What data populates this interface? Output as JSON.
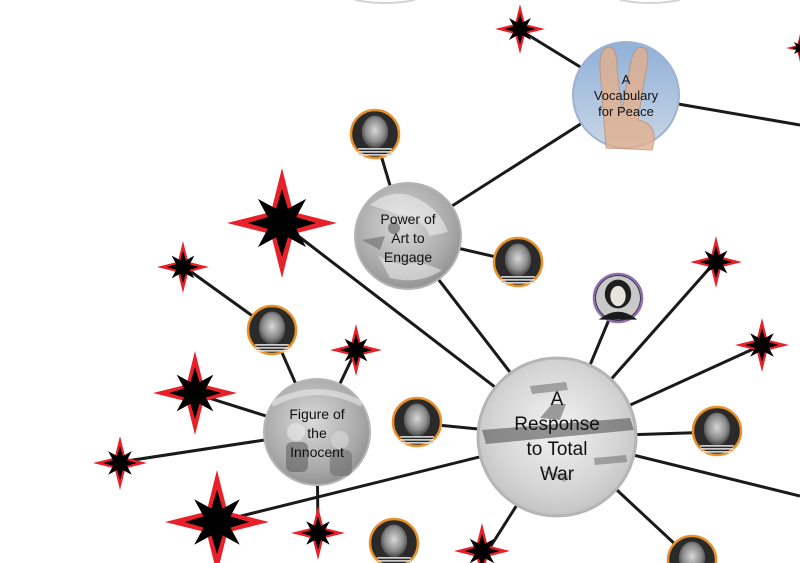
{
  "colors": {
    "background": "#ffffff",
    "edge": "#1a1a1a",
    "star_outer": "#e8202a",
    "star_inner": "#000000",
    "portrait_ring": "#e8912b",
    "portrait_ring_alt": "#8a70b0",
    "topic_ring": "#b5b5b5",
    "peace_ring": "#9db2d4"
  },
  "topics": {
    "response": {
      "label_lines": [
        "A",
        "Response",
        "to Total",
        "War"
      ],
      "image_icon": "bomber-planes-photo"
    },
    "power": {
      "label_lines": [
        "Power of",
        "Art to",
        "Engage"
      ],
      "image_icon": "guernica-fragment-photo"
    },
    "vocab": {
      "label_lines": [
        "A",
        "Vocabulary",
        "for Peace"
      ],
      "image_icon": "peace-sign-hand-photo"
    },
    "figure": {
      "label_lines": [
        "Figure of",
        "the",
        "Innocent"
      ],
      "image_icon": "children-crowd-photo"
    }
  },
  "portrait_icons": {
    "picasso": "picasso-portrait-icon",
    "woman": "woman-portrait-icon"
  },
  "star_icon": "eight-point-star-icon"
}
